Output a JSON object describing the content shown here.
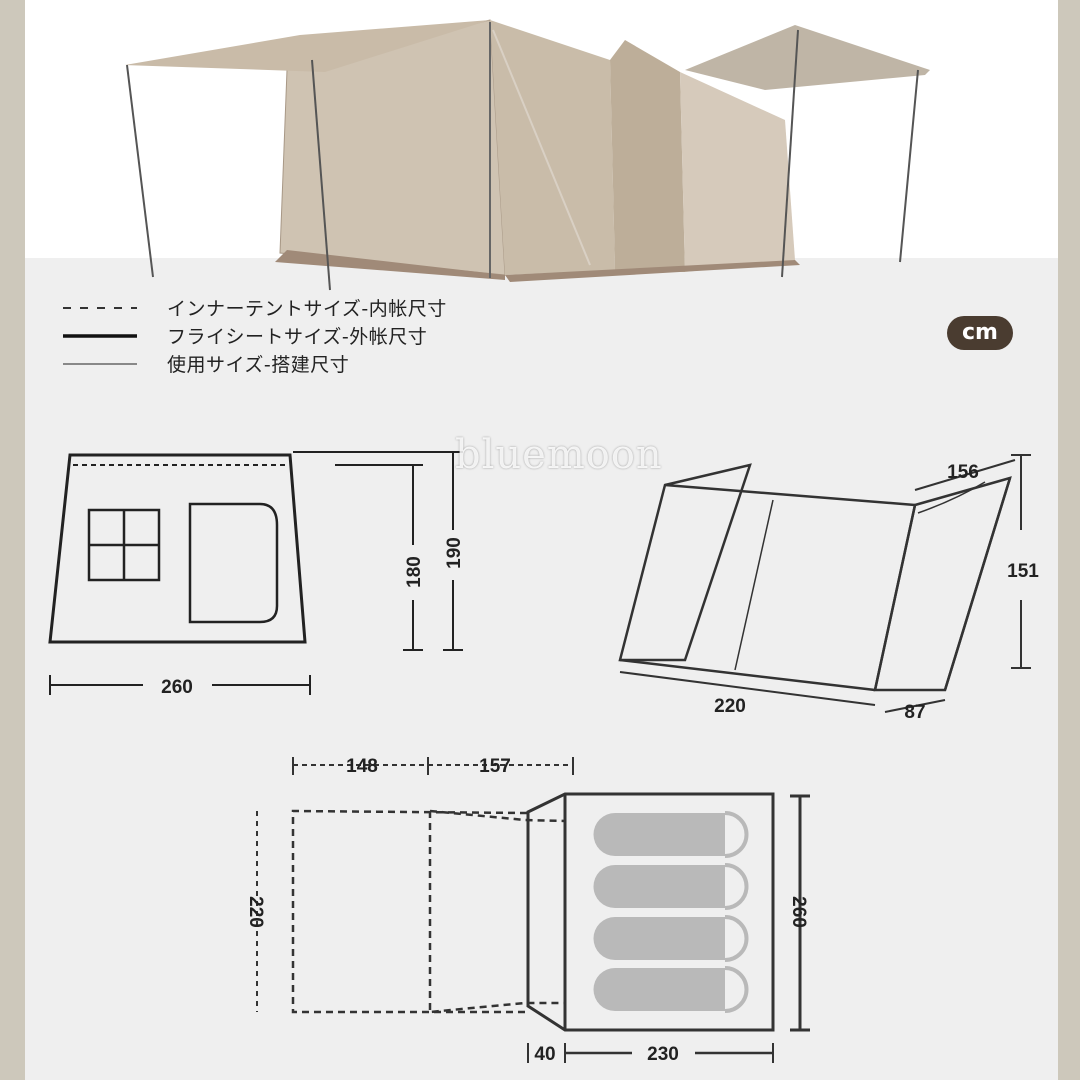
{
  "legend": [
    {
      "style": "dashed",
      "label": "インナーテントサイズ-内帐尺寸"
    },
    {
      "style": "solid-thick",
      "label": "フライシートサイズ-外帐尺寸"
    },
    {
      "style": "solid-thin",
      "label": "使用サイズ-搭建尺寸"
    }
  ],
  "unit_badge": "cm",
  "watermark": "bluemoon",
  "colors": {
    "frame": "#cdc8bb",
    "badge": "#4a3c30",
    "tent_fabric": "#c2b5a3",
    "sleeping_bag": "#b9b9b9"
  },
  "side_view": {
    "width": "260",
    "inner_height": "180",
    "outer_height": "190"
  },
  "frame_view": {
    "depth": "156",
    "height": "151",
    "length": "220",
    "end_width": "87"
  },
  "floor_plan": {
    "awning_a": "148",
    "awning_b": "157",
    "awning_depth": "220",
    "vestibule": "40",
    "inner_length": "230",
    "width": "260"
  }
}
